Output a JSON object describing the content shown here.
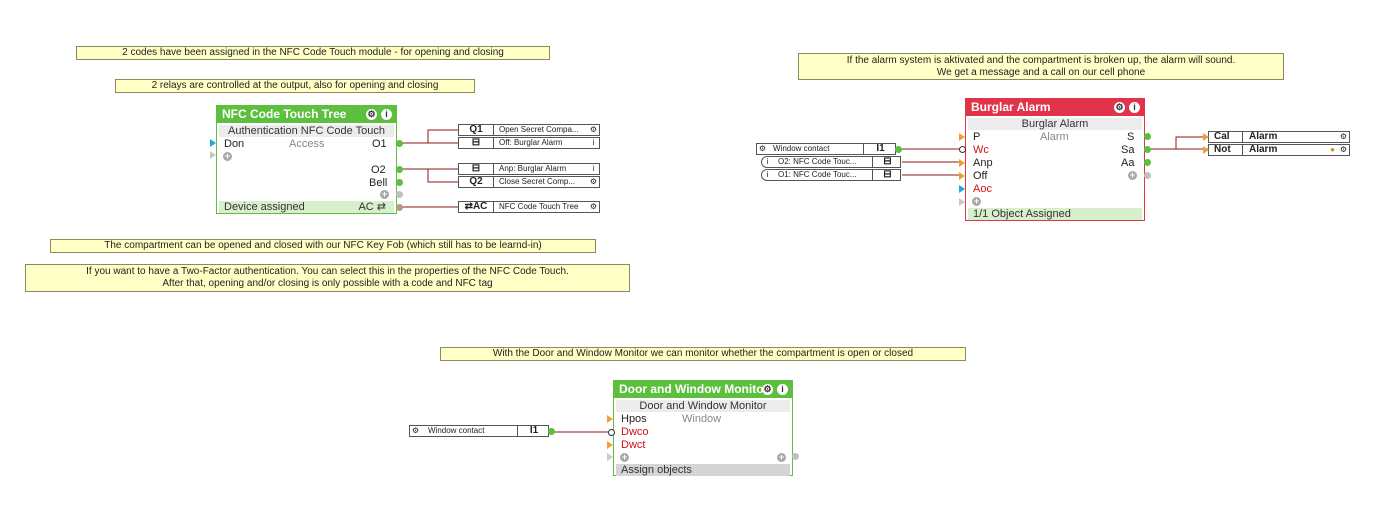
{
  "notes": {
    "nfc_codes": "2 codes have been assigned in the NFC Code Touch module - for opening and closing",
    "nfc_relays": "2 relays are controlled at the output, also for opening and closing",
    "key_fob": "The compartment can be opened and closed with our NFC Key Fob (which still has to be learnd-in)",
    "two_factor_1": "If you want to have a Two-Factor authentication. You can select this in the properties of the NFC Code Touch.",
    "two_factor_2": "After that, opening and/or closing is only possible with a code and NFC tag",
    "alarm_1": "If the alarm system is aktivated and the compartment is broken up, the alarm will sound.",
    "alarm_2": "We get a message and a call on our cell phone",
    "door_monitor": "With the Door and Window Monitor we can monitor whether the compartment is open or closed"
  },
  "nfc_block": {
    "title": "NFC Code Touch Tree",
    "subtitle": "Authentication NFC Code Touch",
    "input_don": "Don",
    "center": "Access",
    "out_o1": "O1",
    "out_o2": "O2",
    "out_bell": "Bell",
    "footer": "Device assigned",
    "footer_ac": "AC ⇄",
    "header_color": "#5cbf3e"
  },
  "nfc_outputs": [
    {
      "tag": "Q1",
      "icon": "gear-icon",
      "text": "Open  Secret  Compa..."
    },
    {
      "tag": "⊟",
      "icon": "info-icon",
      "text": "Off: Burglar Alarm"
    },
    {
      "tag": "⊟",
      "icon": "info-icon",
      "text": "Anp: Burglar Alarm"
    },
    {
      "tag": "Q2",
      "icon": "gear-icon",
      "text": "Close  Secret  Comp..."
    },
    {
      "tag": "⇄AC",
      "icon": "gear-icon",
      "text": "NFC Code Touch Tree"
    }
  ],
  "alarm_block": {
    "title": "Burglar Alarm",
    "subtitle": "Burglar Alarm",
    "center": "Alarm",
    "in_p": "P",
    "in_wc": "Wc",
    "in_anp": "Anp",
    "in_off": "Off",
    "in_aoc": "Aoc",
    "out_s": "S",
    "out_sa": "Sa",
    "out_aa": "Aa",
    "footer": "1/1 Object Assigned",
    "header_color": "#e0344a"
  },
  "alarm_inputs": [
    {
      "text": "Window contact",
      "tag": "I1",
      "icon": "gear-icon"
    },
    {
      "text": "O2:  NFC  Code  Touc...",
      "tag": "⊟",
      "icon": "info-icon"
    },
    {
      "text": "O1:  NFC  Code  Touc...",
      "tag": "⊟",
      "icon": "info-icon"
    }
  ],
  "alarm_outputs": [
    {
      "tag": "Cal",
      "text": "Alarm",
      "icon": "gear-icon"
    },
    {
      "tag": "Not",
      "text": "Alarm",
      "icon": "gear-icon"
    }
  ],
  "door_block": {
    "title": "Door and Window Monitor",
    "subtitle": "Door and Window Monitor",
    "center": "Window",
    "in_hpos": "Hpos",
    "in_dwco": "Dwco",
    "in_dwct": "Dwct",
    "footer": "Assign objects",
    "header_color": "#5cbf3e"
  },
  "door_input": {
    "text": "Window contact",
    "tag": "I1",
    "icon": "gear-icon"
  }
}
